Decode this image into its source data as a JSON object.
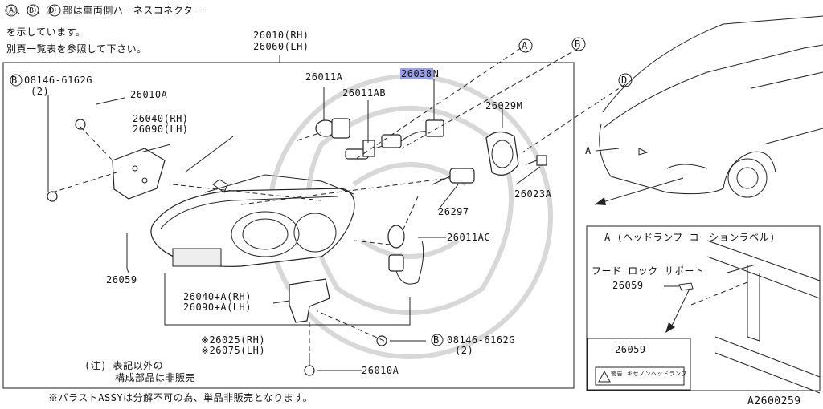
{
  "note_top": {
    "line1": "Ⓐ、Ⓑ、Ⓓ 部は車両側ハーネスコネクター",
    "line2": "を示しています。",
    "line3": "別頁一覧表を参照して下さい。"
  },
  "markers": {
    "a": "A",
    "b": "B",
    "d": "D"
  },
  "labels": {
    "p26010_rh": "26010(RH)",
    "p26060_lh": "26060(LH)",
    "bolt_top": "08146-6162G",
    "bolt_top_qty": "(2)",
    "p26010A_top": "26010A",
    "p26040": "26040(RH)",
    "p26090": "26090(LH)",
    "p26011A": "26011A",
    "p26011AB": "26011AB",
    "p26038": "26038",
    "p26038_suffix": "N",
    "p26029M": "26029M",
    "p26023A": "26023A",
    "p26297": "26297",
    "p26011AC": "26011AC",
    "p26059": "26059",
    "p26040A": "26040+A(RH)",
    "p26090A": "26090+A(LH)",
    "p26025": "※26025(RH)",
    "p26075": "※26075(LH)",
    "bolt_bot": "08146-6162G",
    "bolt_bot_qty": "(2)",
    "p26010A_bot": "26010A",
    "note_excl1": "(注) 表記以外の",
    "note_excl2": "構成部品は非販売",
    "footer_note": "※バラストASSYは分解不可の為、単品非販売となります。",
    "car_a": "A",
    "inset_title": "A (ヘッドランプ コーションラベル)",
    "hood_lock": "フード ロック サポート",
    "inset_26059": "26059",
    "label_box_num": "26059",
    "label_warning": "警告",
    "label_hid": "キセノンヘッドランプ",
    "diagram_code": "A2600259"
  },
  "colors": {
    "highlight": "#9aa0e8",
    "line": "#222222",
    "watermark": "#d8d8d8"
  }
}
